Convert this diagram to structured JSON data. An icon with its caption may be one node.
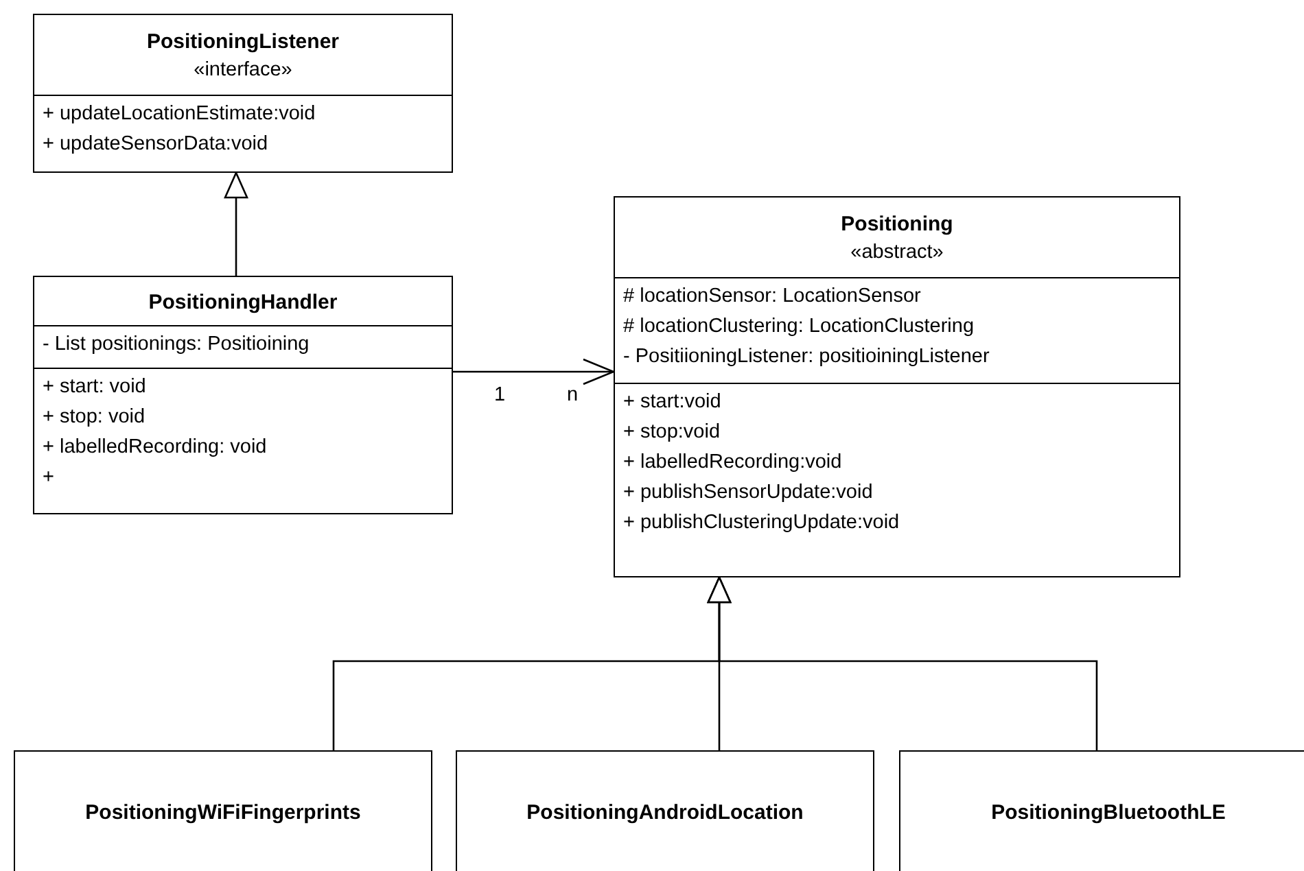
{
  "diagram": {
    "nodes": [
      {
        "text": [
          "PositioningListener",
          "«interface»",
          "+ updateLocationEstimate:void",
          "+ updateSensorData:void"
        ]
      },
      {
        "text": [
          "PositioningHandler",
          "- List positionings:  Positioining",
          "+ start: void",
          "+ stop: void",
          "+ labelledRecording: void",
          "+"
        ]
      },
      {
        "text": [
          "Positioning",
          "«abstract»",
          "# locationSensor: LocationSensor",
          "# locationClustering: LocationClustering",
          "- PositiioningListener: positioiningListener",
          "+ start:void",
          "+ stop:void",
          "+ labelledRecording:void",
          "+ publishSensorUpdate:void",
          "+ publishClusteringUpdate:void"
        ]
      },
      {
        "text": [
          "PositioningWiFiFingerprints"
        ]
      },
      {
        "text": [
          "PositioningAndroidLocation"
        ]
      },
      {
        "text": [
          "PositioningBluetoothLE"
        ]
      }
    ],
    "edges": [
      {
        "from": 1,
        "to": 0,
        "arrow": "to"
      },
      {
        "from": 1,
        "to": 2,
        "arrow": "to"
      },
      {
        "from": 3,
        "to": 2,
        "arrow": "to"
      },
      {
        "from": 4,
        "to": 2,
        "arrow": "to"
      },
      {
        "from": 5,
        "to": 2,
        "arrow": "to"
      }
    ],
    "labels": [
      "1",
      "n"
    ]
  }
}
